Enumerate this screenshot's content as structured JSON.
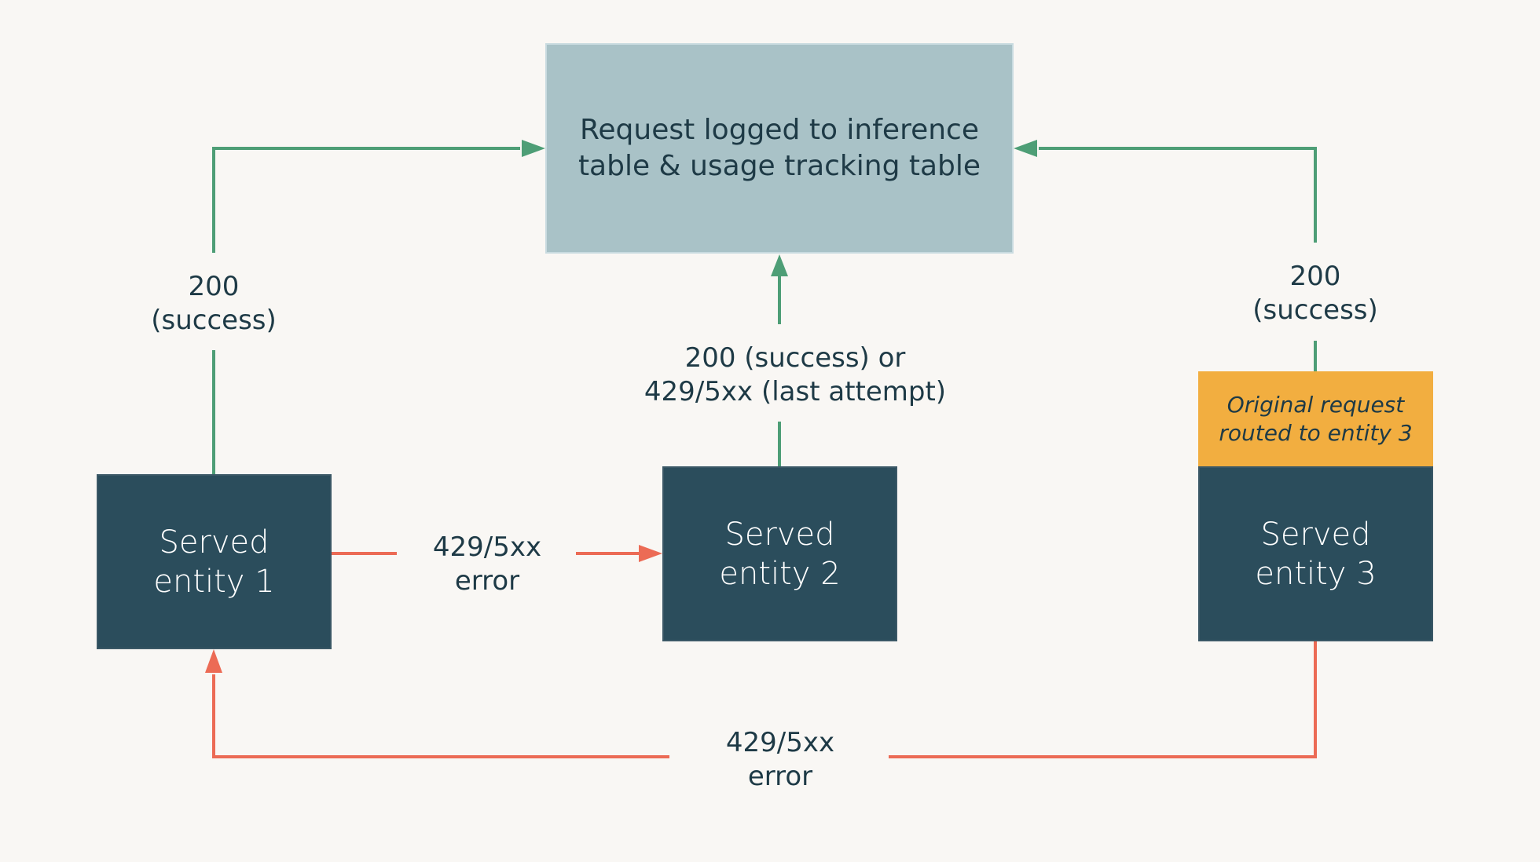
{
  "colors": {
    "background": "#f9f7f4",
    "success_arrow": "#4e9e76",
    "error_arrow": "#ec6b55",
    "log_box": "#a9c2c7",
    "entity_box": "#2b4d5c",
    "routed_box": "#f2ae40",
    "text_dark": "#1e3a46"
  },
  "log_box": {
    "text": "Request logged to inference\ntable & usage tracking table"
  },
  "entities": [
    {
      "label": "Served\nentity 1"
    },
    {
      "label": "Served\nentity 2"
    },
    {
      "label": "Served\nentity 3"
    }
  ],
  "routed_note": "Original request\nrouted to entity 3",
  "edge_labels": {
    "entity1_success": "200\n(success)",
    "entity3_success": "200\n(success)",
    "entity2_result": "200 (success) or\n429/5xx (last attempt)",
    "entity1_to_entity2": "429/5xx\nerror",
    "entity3_to_entity1": "429/5xx\nerror"
  }
}
